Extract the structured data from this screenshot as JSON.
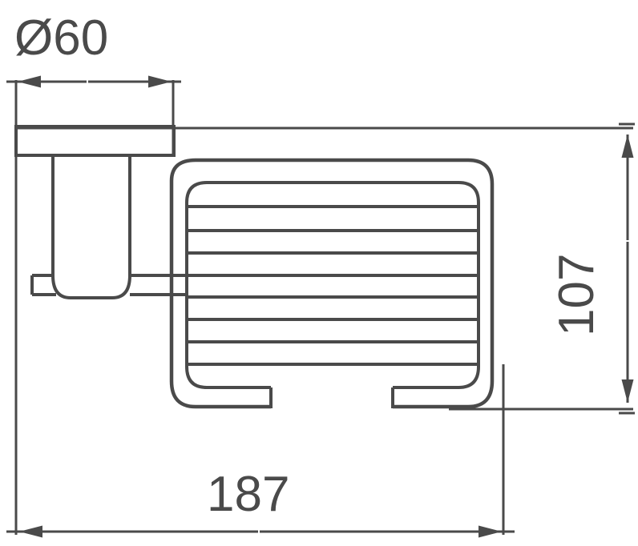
{
  "drawing": {
    "title": "Wall-Mounted Soap Basket Technical Drawing",
    "units": "mm",
    "line_color": "#4a4a4a",
    "background_color": "#ffffff",
    "dimensions": {
      "diameter_label": "Ø60",
      "height_label": "107",
      "width_label": "187"
    },
    "annotations": [
      {
        "name": "diameter-top",
        "text": "Ø60",
        "value": 60,
        "symbol": "diameter",
        "orientation": "horizontal",
        "position": "top-left"
      },
      {
        "name": "height-right",
        "text": "107",
        "value": 107,
        "symbol": "none",
        "orientation": "vertical",
        "position": "right"
      },
      {
        "name": "width-bottom",
        "text": "187",
        "value": 187,
        "symbol": "none",
        "orientation": "horizontal",
        "position": "bottom"
      }
    ],
    "parts": [
      {
        "name": "wall-mount-plate",
        "description": "Rectangular wall mounting flange"
      },
      {
        "name": "mounting-post",
        "description": "Vertical mounting post behind plate"
      },
      {
        "name": "connecting-arm",
        "description": "Horizontal arm joining post to basket"
      },
      {
        "name": "basket-outer-frame",
        "description": "Rounded rectangular outer wire frame"
      },
      {
        "name": "basket-inner-frame",
        "description": "Rounded rectangular inner wire frame"
      },
      {
        "name": "basket-wire-bars",
        "description": "Horizontal wire bars forming the basket floor grid",
        "count": 8
      },
      {
        "name": "basket-foot-left",
        "description": "Left foot / drip return at basket base"
      },
      {
        "name": "basket-foot-right",
        "description": "Right foot / drip return at basket base"
      }
    ]
  }
}
